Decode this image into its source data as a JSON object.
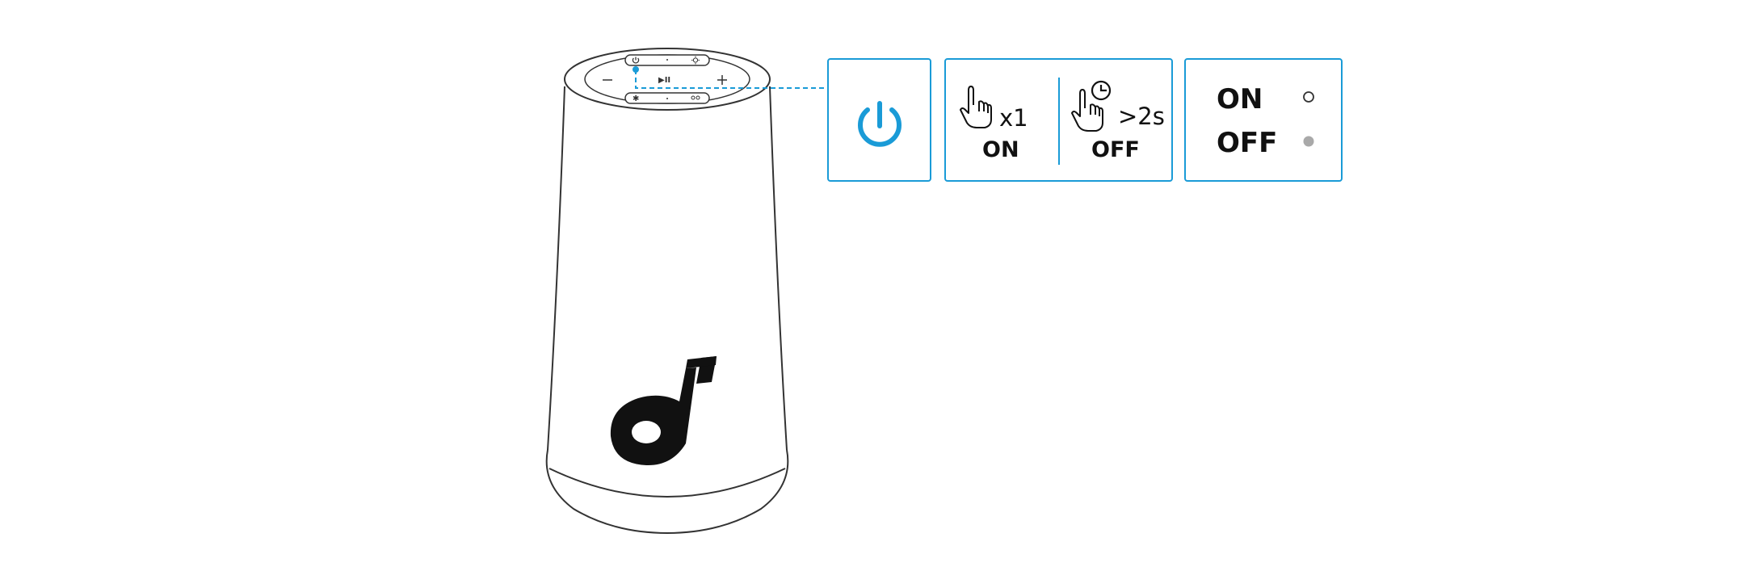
{
  "speaker": {
    "top_buttons": {
      "power": "power-icon",
      "play_pause": "play-pause-icon",
      "volume_down": "minus-icon",
      "volume_up": "plus-icon",
      "light": "light-icon",
      "bluetooth": "bluetooth-icon",
      "party": "party-icon"
    },
    "logo": "soundcore-logo"
  },
  "callout": {
    "color": "#1a9bd7",
    "power_box": {
      "icon": "power-icon"
    },
    "action_box": {
      "press_on": {
        "icon": "hand-tap-icon",
        "count": "x1",
        "label": "ON"
      },
      "press_off": {
        "icon": "hand-hold-icon",
        "timer_icon": "clock-icon",
        "duration": ">2s",
        "label": "OFF"
      }
    },
    "status_box": {
      "on_label": "ON",
      "on_led": "led-off-circle",
      "off_label": "OFF",
      "off_led": "led-grey-dot",
      "led_color": "#a9a9a9"
    }
  }
}
